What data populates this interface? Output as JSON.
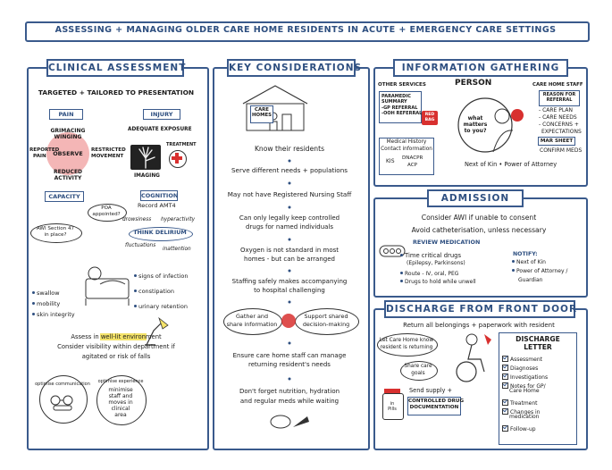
{
  "title": "ASSESSING + MANAGING OLDER CARE HOME RESIDENTS IN ACUTE + EMERGENCY CARE SETTINGS",
  "clinical": {
    "heading": "CLINICAL ASSESSMENT",
    "subtitle": "TARGETED + TAILORED TO PRESENTATION",
    "pain": "PAIN",
    "injury": "INJURY",
    "grimacing": "GRIMACING",
    "winging": "WINGING",
    "reported_pain_1": "REPORTED",
    "reported_pain_2": "PAIN",
    "observe": "OBSERVE",
    "restricted_1": "RESTRICTED",
    "restricted_2": "MOVEMENT",
    "reduced_1": "REDUCED",
    "reduced_2": "ACTIVITY",
    "adequate_exposure": "ADEQUATE EXPOSURE",
    "imaging": "IMAGING",
    "treatment": "TREATMENT",
    "capacity": "CAPACITY",
    "cognition": "COGNITION",
    "poa": [
      "POA",
      "appointed?"
    ],
    "record_amt4": "Record AMT4",
    "awi": [
      "AWI Section 47",
      "in place?"
    ],
    "drowsiness": "drowsiness",
    "hyperactivity": "hyperactivity",
    "think_delirium": "THINK DELIRIUM",
    "fluctuations": "fluctuations",
    "inattention": "inattention",
    "left_list": [
      "swallow",
      "mobility",
      "skin integrity"
    ],
    "right_list": [
      "signs of infection",
      "constipation",
      "urinary retention"
    ],
    "well_lit_1": "Assess in well-lit environment",
    "well_lit_2": "Consider visibility within department if",
    "well_lit_3": "agitated or risk of falls",
    "opt_comm": "optimise communication",
    "opt_exp": "optimise experience",
    "minimise": [
      "minimise",
      "staff and",
      "moves in",
      "clinical",
      "area"
    ]
  },
  "key": {
    "heading": "KEY CONSIDERATIONS",
    "care_homes": [
      "CARE",
      "HOMES"
    ],
    "items": [
      "Know their residents",
      "Serve different needs + populations",
      "May not have Registered Nursing Staff",
      "Can only legally keep controlled",
      "drugs for named individuals",
      "Oxygen is not standard in most",
      "homes - but can be arranged",
      "Staffing safely makes accompanying",
      "to hospital challenging",
      "Ensure care home staff can manage",
      "returning resident's needs",
      "Don't forget nutrition, hydration",
      "and regular meds while waiting"
    ],
    "gather_1": "Gather and",
    "gather_2": "share information",
    "support_1": "Support shared",
    "support_2": "decision-making"
  },
  "info": {
    "heading": "INFORMATION GATHERING",
    "other_services": "OTHER SERVICES",
    "person": "PERSON",
    "care_home_staff": "CARE HOME STAFF",
    "paramedic": [
      "PARAMEDIC",
      "SUMMARY"
    ],
    "gp_referral": "-GP REFERRAL",
    "ooh_referral": "-OOH REFERRAL",
    "red_bag": [
      "RED",
      "BAG"
    ],
    "what_matters": [
      "what",
      "matters",
      "to you?"
    ],
    "reason": [
      "REASON FOR",
      "REFERRAL"
    ],
    "staff_list": [
      "CARE PLAN",
      "CARE NEEDS",
      "CONCERNS +",
      "EXPECTATIONS"
    ],
    "mar_sheet": "MAR SHEET",
    "confirm_meds": "CONFIRM MEDS",
    "medical_history": [
      "Medical History",
      "Contact information"
    ],
    "kis": "KIS",
    "dnacpr": "DNACPR",
    "acp": "ACP",
    "next_of_kin": "Next of Kin • Power of Attorney"
  },
  "admission": {
    "heading": "ADMISSION",
    "line1": "Consider AWI if unable to consent",
    "line2": "Avoid catheterisation, unless necessary",
    "review": "REVIEW MEDICATION",
    "meds": [
      "Time critical drugs",
      "(Epilepsy, Parkinsons)",
      "Route - IV, oral, PEG",
      "Drugs to hold while unwell"
    ],
    "notify": "NOTIFY:",
    "notify_list": [
      "Next of Kin",
      "Power of Attorney /",
      "Guardian"
    ]
  },
  "discharge": {
    "heading": "DISCHARGE FROM FRONT DOOR",
    "line1": "Return all belongings + paperwork with resident",
    "let_care": [
      "Let Care Home know",
      "resident is returning"
    ],
    "share_care": [
      "Share care",
      "goals"
    ],
    "send_supply": "Send supply +",
    "controlled": [
      "CONTROLLED DRUG",
      "DOCUMENTATION"
    ],
    "letter_title": [
      "DISCHARGE",
      "LETTER"
    ],
    "letter_items": [
      "Assessment",
      "Diagnoses",
      "Investigations",
      "Notes for GP/",
      "Care Home",
      "Treatment",
      "Changes in",
      "medication",
      "Follow-up"
    ],
    "pill_label": [
      "in",
      "Pills"
    ]
  },
  "colors": {
    "accent": "#3a5a8c",
    "highlight": "#f4b6b6",
    "red": "#d8302f",
    "yellow": "#f4e36a"
  }
}
